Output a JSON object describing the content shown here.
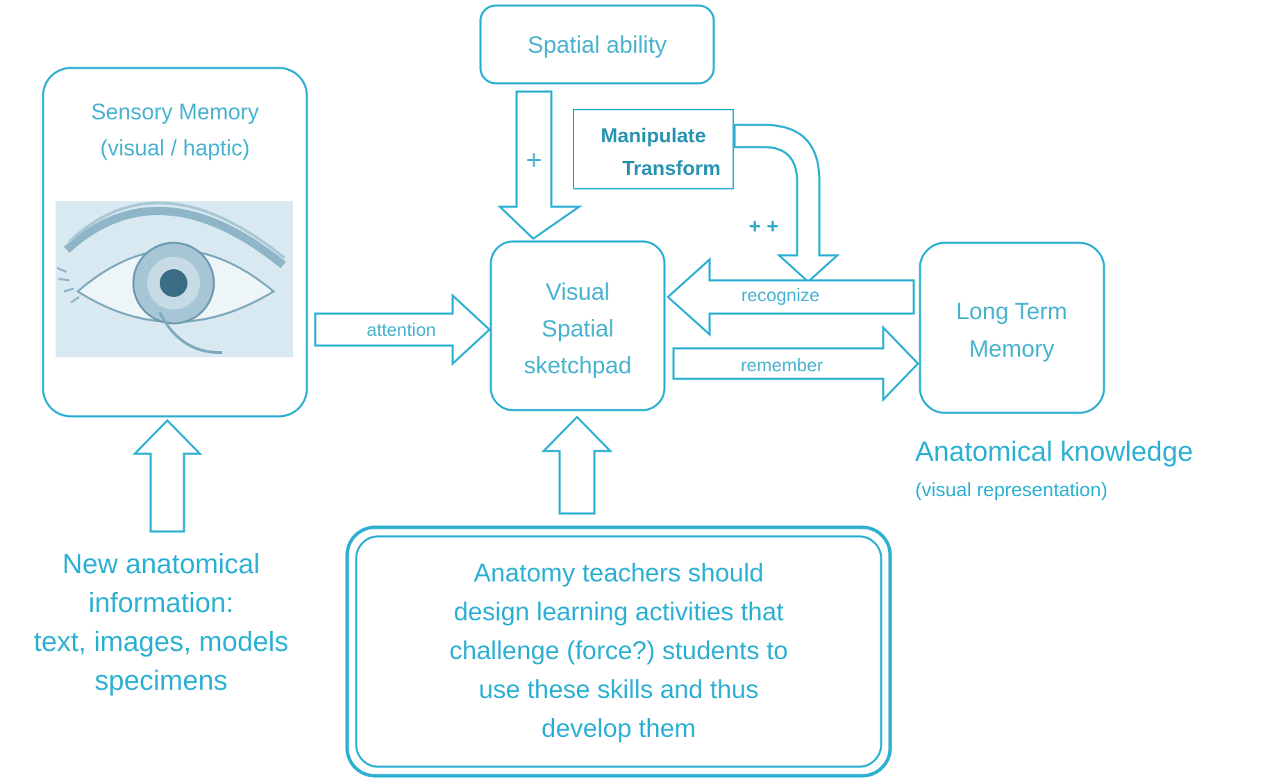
{
  "colors": {
    "stroke": "#2eb0d3",
    "text_light": "#4ab3cf",
    "text_bold": "#2a93b2",
    "eye_bg": "#d9e9f1"
  },
  "nodes": {
    "spatial_ability": "Spatial ability",
    "sensory_memory": {
      "line1": "Sensory Memory",
      "line2": "(visual / haptic)"
    },
    "manipulate": {
      "line1": "Manipulate",
      "line2": "Transform"
    },
    "sketchpad": {
      "line1": "Visual",
      "line2": "Spatial",
      "line3": "sketchpad"
    },
    "long_term": {
      "line1": "Long Term",
      "line2": "Memory"
    }
  },
  "arrows": {
    "plus": "+",
    "plus_plus": "+ +",
    "attention": "attention",
    "recognize": "recognize",
    "remember": "remember"
  },
  "annotations": {
    "anatomical_knowledge": "Anatomical knowledge",
    "visual_representation": "(visual representation)",
    "new_info": [
      "New anatomical",
      "information:",
      "text, images, models",
      "specimens"
    ],
    "teachers": [
      "Anatomy teachers should",
      "design learning activities that",
      "challenge (force?) students to",
      "use these skills and thus",
      "develop them"
    ]
  },
  "icons": {
    "eye_image": "eye-image"
  }
}
